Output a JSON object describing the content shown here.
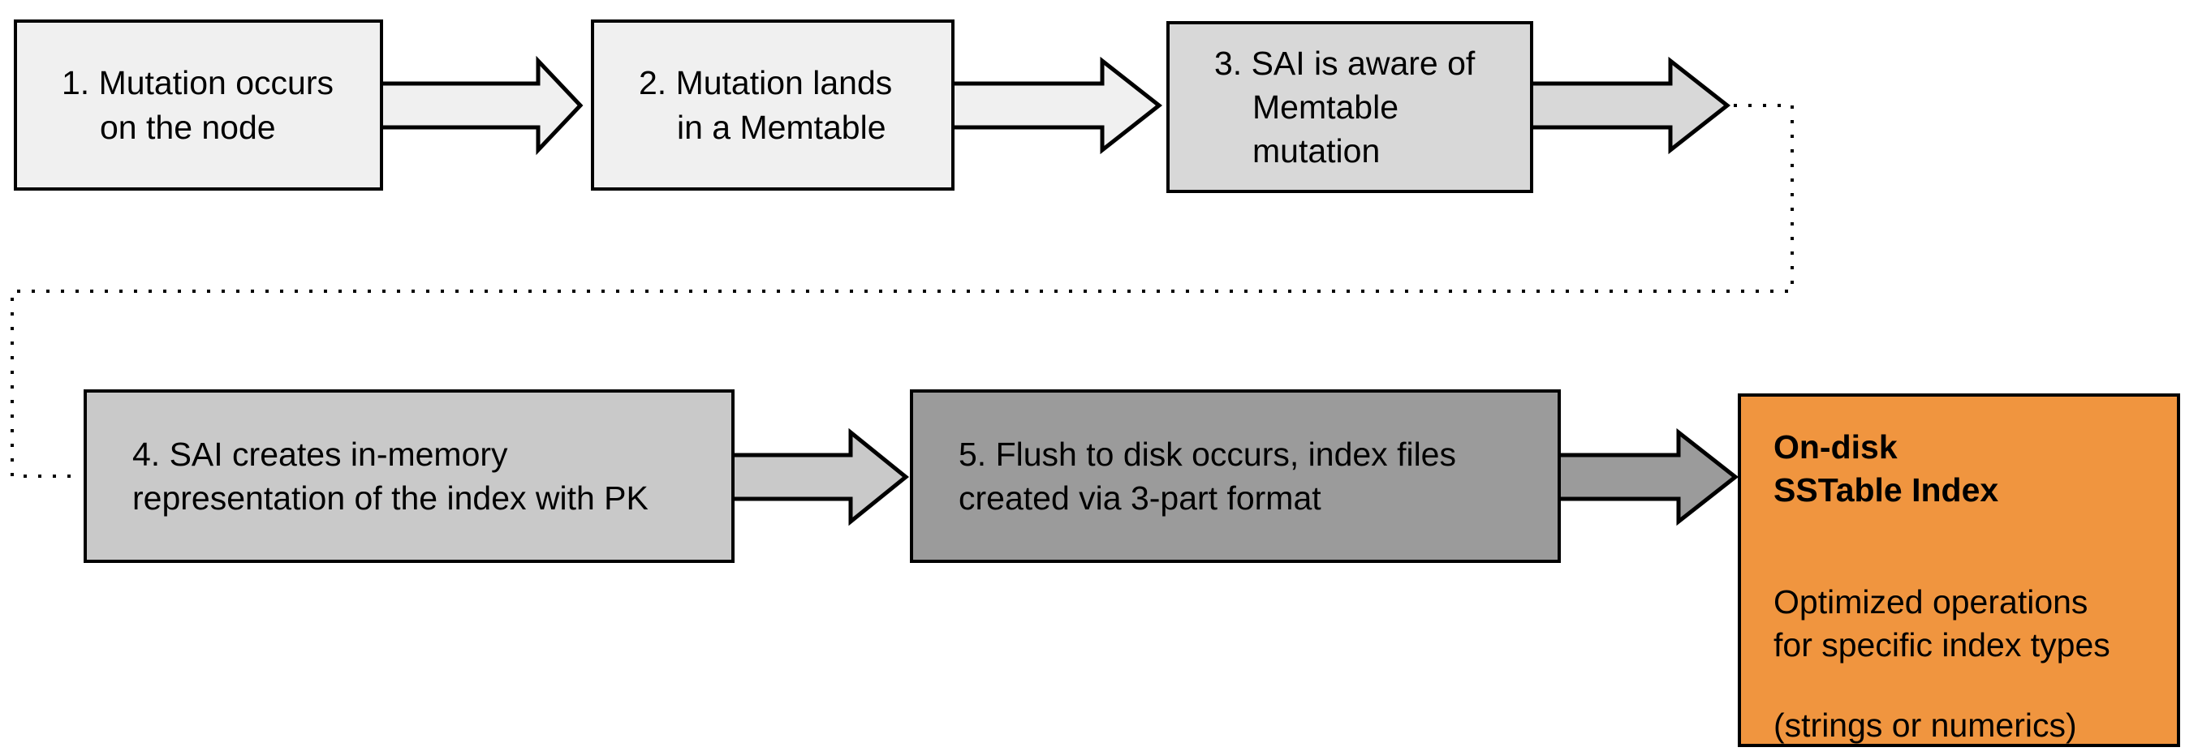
{
  "colors": {
    "box_light": "#f0f0f0",
    "box_mid": "#d8d8d8",
    "box_gray": "#c9c9c9",
    "box_dark": "#9b9b9b",
    "box_orange": "#f0953f",
    "outline": "#000000"
  },
  "flow": {
    "steps": [
      {
        "id": "step-1",
        "text": "1. Mutation occurs\non the node"
      },
      {
        "id": "step-2",
        "text": "2. Mutation lands\nin a Memtable"
      },
      {
        "id": "step-3",
        "text": "3. SAI is aware of\nMemtable\nmutation"
      },
      {
        "id": "step-4",
        "text": "4. SAI creates in-memory\nrepresentation of the index with PK"
      },
      {
        "id": "step-5",
        "text": "5. Flush to disk occurs, index files\ncreated via 3-part format"
      }
    ],
    "result": {
      "title": "On-disk\nSSTable Index",
      "body": "Optimized operations\nfor specific index types",
      "note": "(strings or numerics)"
    }
  }
}
